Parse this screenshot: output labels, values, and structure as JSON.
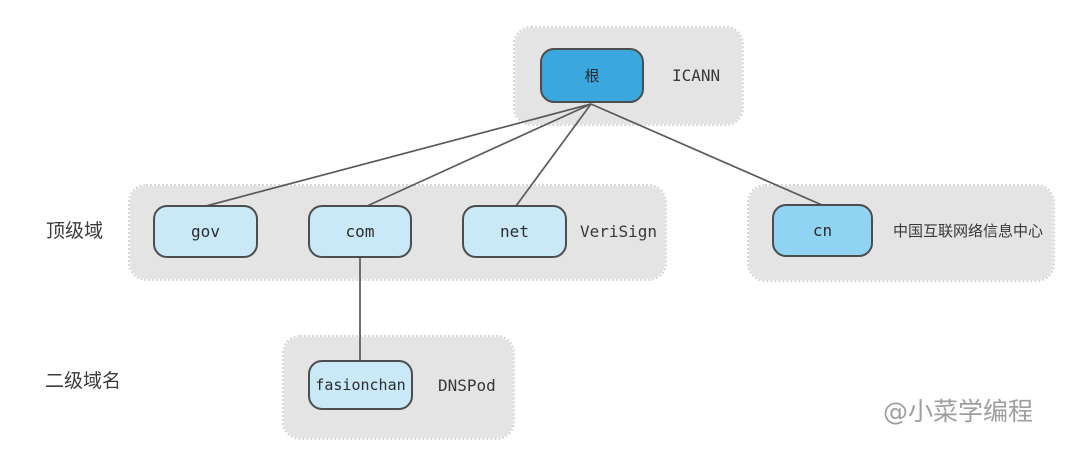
{
  "row_labels": {
    "tld": "顶级域",
    "sld": "二级域名"
  },
  "groups": {
    "root": {
      "node": "根",
      "org": "ICANN"
    },
    "tld": {
      "nodes": {
        "gov": "gov",
        "com": "com",
        "net": "net"
      },
      "org": "VeriSign"
    },
    "cn": {
      "node": "cn",
      "org": "中国互联网络信息中心"
    },
    "sld": {
      "node": "fasionchan",
      "org": "DNSPod"
    }
  },
  "edges": [
    {
      "from": "根",
      "to": "gov"
    },
    {
      "from": "根",
      "to": "com"
    },
    {
      "from": "根",
      "to": "net"
    },
    {
      "from": "根",
      "to": "cn"
    },
    {
      "from": "com",
      "to": "fasionchan"
    }
  ],
  "watermark": "@小菜学编程",
  "colors": {
    "node-primary": "#3aa7de",
    "node-light": "#c9e8f8",
    "node-medium": "#90d3f3",
    "container-bg": "#e4e4e4",
    "container-border": "#d6d6d6",
    "node-border": "#4d4d4d",
    "line": "#5a5a5a",
    "text": "#383838",
    "watermark": "#9e9e9e"
  }
}
